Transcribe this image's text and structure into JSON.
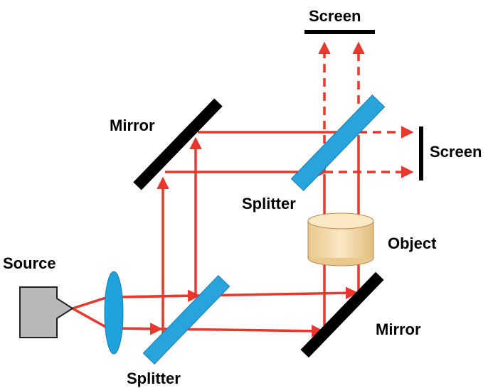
{
  "labels": {
    "screen_top": "Screen",
    "screen_right": "Screen",
    "mirror_top": "Mirror",
    "mirror_bottom": "Mirror",
    "splitter_top": "Splitter",
    "splitter_bottom": "Splitter",
    "object": "Object",
    "source": "Source"
  },
  "colors": {
    "beam": "#e8372c",
    "splitter": "#29a3dc",
    "mirror": "#000000",
    "source_box": "#b8b8b8",
    "object_fill": "#f4dcae",
    "object_stroke": "#c89a5e",
    "lens": "#1fa3dc"
  }
}
